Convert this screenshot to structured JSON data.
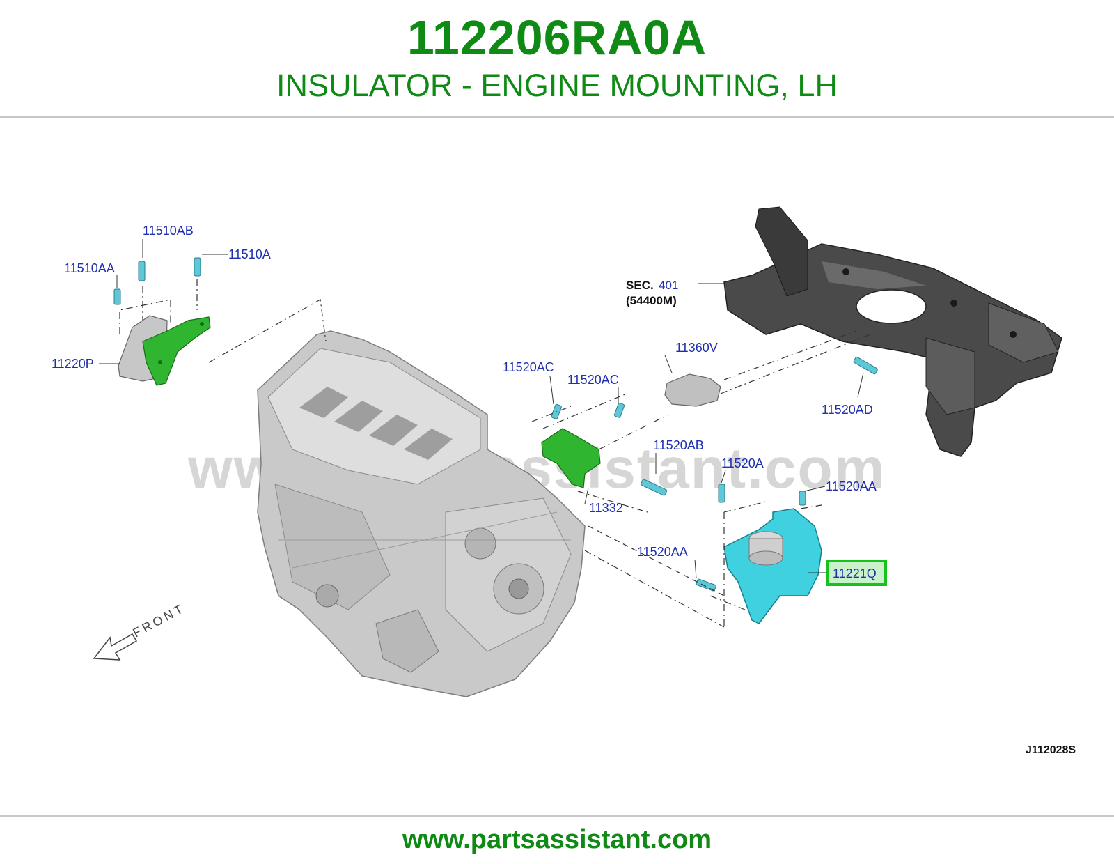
{
  "header": {
    "part_number": "112206RA0A",
    "description": "INSULATOR - ENGINE MOUNTING, LH"
  },
  "diagram": {
    "watermark": "www.partsassistant.com",
    "drawing_code": "J112028S",
    "front_label": "FRONT",
    "section_ref": {
      "prefix": "SEC.",
      "number": "401",
      "part": "(54400M)"
    },
    "callouts": {
      "c11510AB": "11510AB",
      "c11510A": "11510A",
      "c11510AA": "11510AA",
      "c11220P": "11220P",
      "c11520AC_1": "11520AC",
      "c11520AC_2": "11520AC",
      "c11360V": "11360V",
      "c11520AD": "11520AD",
      "c11520AB": "11520AB",
      "c11520A": "11520A",
      "c11520AA_1": "11520AA",
      "c11332": "11332",
      "c11520AA_2": "11520AA",
      "c11221Q": "11221Q"
    },
    "highlight_color": "#17c21c",
    "highlight_part_color": "#3fd1e0",
    "bracket_color": "#2fb52f"
  },
  "footer": {
    "url": "www.partsassistant.com"
  }
}
